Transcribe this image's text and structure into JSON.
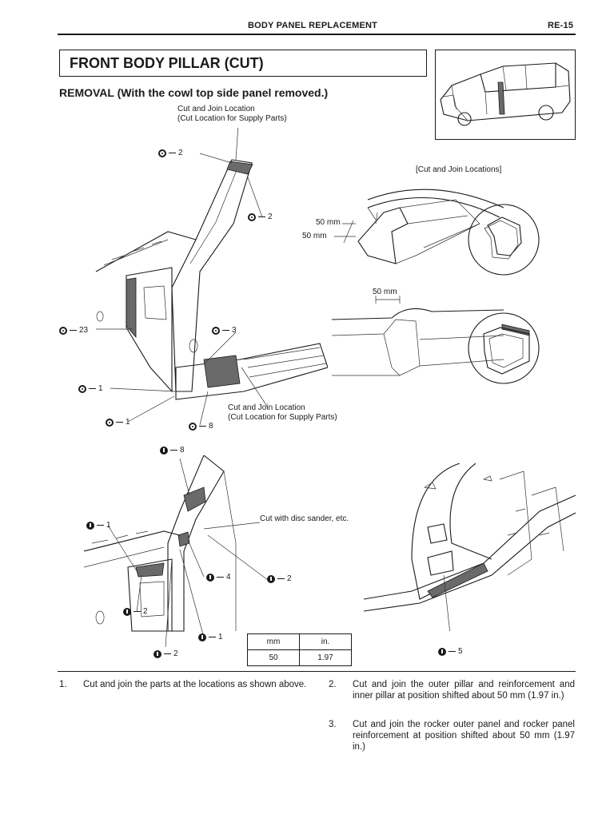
{
  "header": {
    "section": "BODY PANEL REPLACEMENT",
    "page": "RE-15"
  },
  "title": "FRONT BODY PILLAR (CUT)",
  "subheading": "REMOVAL  (With the cowl top side panel removed.)",
  "upper_figure": {
    "cut_join_label_top": [
      "Cut and Join Location",
      "(Cut Location for Supply Parts)"
    ],
    "cut_join_label_bottom": [
      "Cut and Join Location",
      "(Cut Location for Supply Parts)"
    ],
    "callouts": [
      {
        "symbol": "spot-weld",
        "count": "2"
      },
      {
        "symbol": "spot-weld",
        "count": "2"
      },
      {
        "symbol": "spot-weld",
        "count": "23"
      },
      {
        "symbol": "spot-weld",
        "count": "3"
      },
      {
        "symbol": "spot-weld",
        "count": "1"
      },
      {
        "symbol": "spot-weld",
        "count": "1"
      },
      {
        "symbol": "spot-weld",
        "count": "8"
      }
    ]
  },
  "detail_figure": {
    "heading": "[Cut and Join Locations]",
    "dim_top_1": "50 mm",
    "dim_top_2": "50 mm",
    "dim_bottom": "50 mm"
  },
  "lower_figure": {
    "cut_note": "Cut with disc sander, etc.",
    "callouts": [
      {
        "symbol": "weld",
        "count": "8"
      },
      {
        "symbol": "weld",
        "count": "1"
      },
      {
        "symbol": "weld",
        "count": "4"
      },
      {
        "symbol": "weld",
        "count": "2"
      },
      {
        "symbol": "weld",
        "count": "2"
      },
      {
        "symbol": "weld",
        "count": "1"
      },
      {
        "symbol": "weld",
        "count": "2"
      },
      {
        "symbol": "weld",
        "count": "5"
      }
    ]
  },
  "conversion_table": {
    "headers": [
      "mm",
      "in."
    ],
    "row": [
      "50",
      "1.97"
    ]
  },
  "steps": [
    {
      "num": "1.",
      "text": "Cut and join the parts at the locations as shown above."
    },
    {
      "num": "2.",
      "text": "Cut and join the outer pillar and reinforcement and inner pillar at position shifted about 50 mm (1.97 in.)"
    },
    {
      "num": "3.",
      "text": "Cut and join the rocker outer panel and rocker panel reinforcement at position shifted about 50 mm (1.97 in.)"
    }
  ]
}
